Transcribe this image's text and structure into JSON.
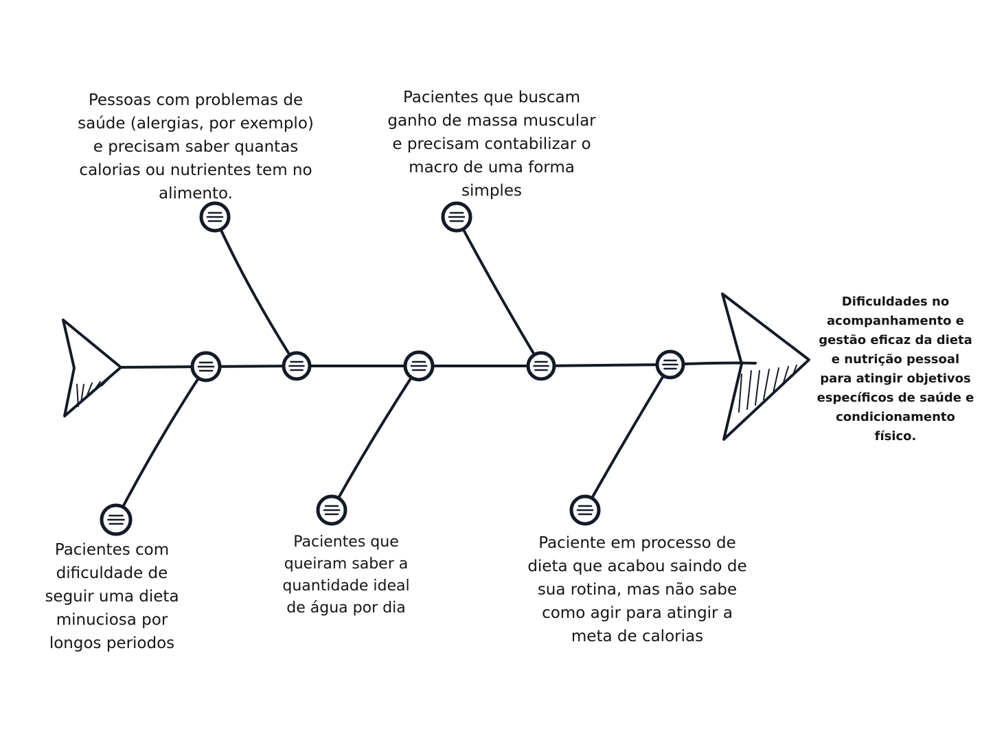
{
  "diagram": {
    "effect": "Dificuldades no acompanhamento e gestão eficaz da dieta e nutrição pessoal para atingir objetivos específicos de saúde e condicionamento físico.",
    "causes": {
      "top_left": "Pessoas com problemas de saúde (alergias, por exemplo) e precisam saber quantas calorias ou nutrientes tem no alimento.",
      "top_middle": "Pacientes que buscam ganho de massa muscular e precisam contabilizar o macro de uma forma simples",
      "bottom_left": "Pacientes com dificuldade de seguir uma dieta minuciosa por longos periodos",
      "bottom_middle": "Pacientes que queiram saber a quantidade ideal de água por dia",
      "bottom_right": "Paciente em processo de dieta que acabou saindo de sua rotina, mas não sabe como agir para atingir a meta de calorias"
    },
    "colors": {
      "line": "#141a26",
      "node_fill": "#ffffff",
      "text": "#151515"
    }
  }
}
